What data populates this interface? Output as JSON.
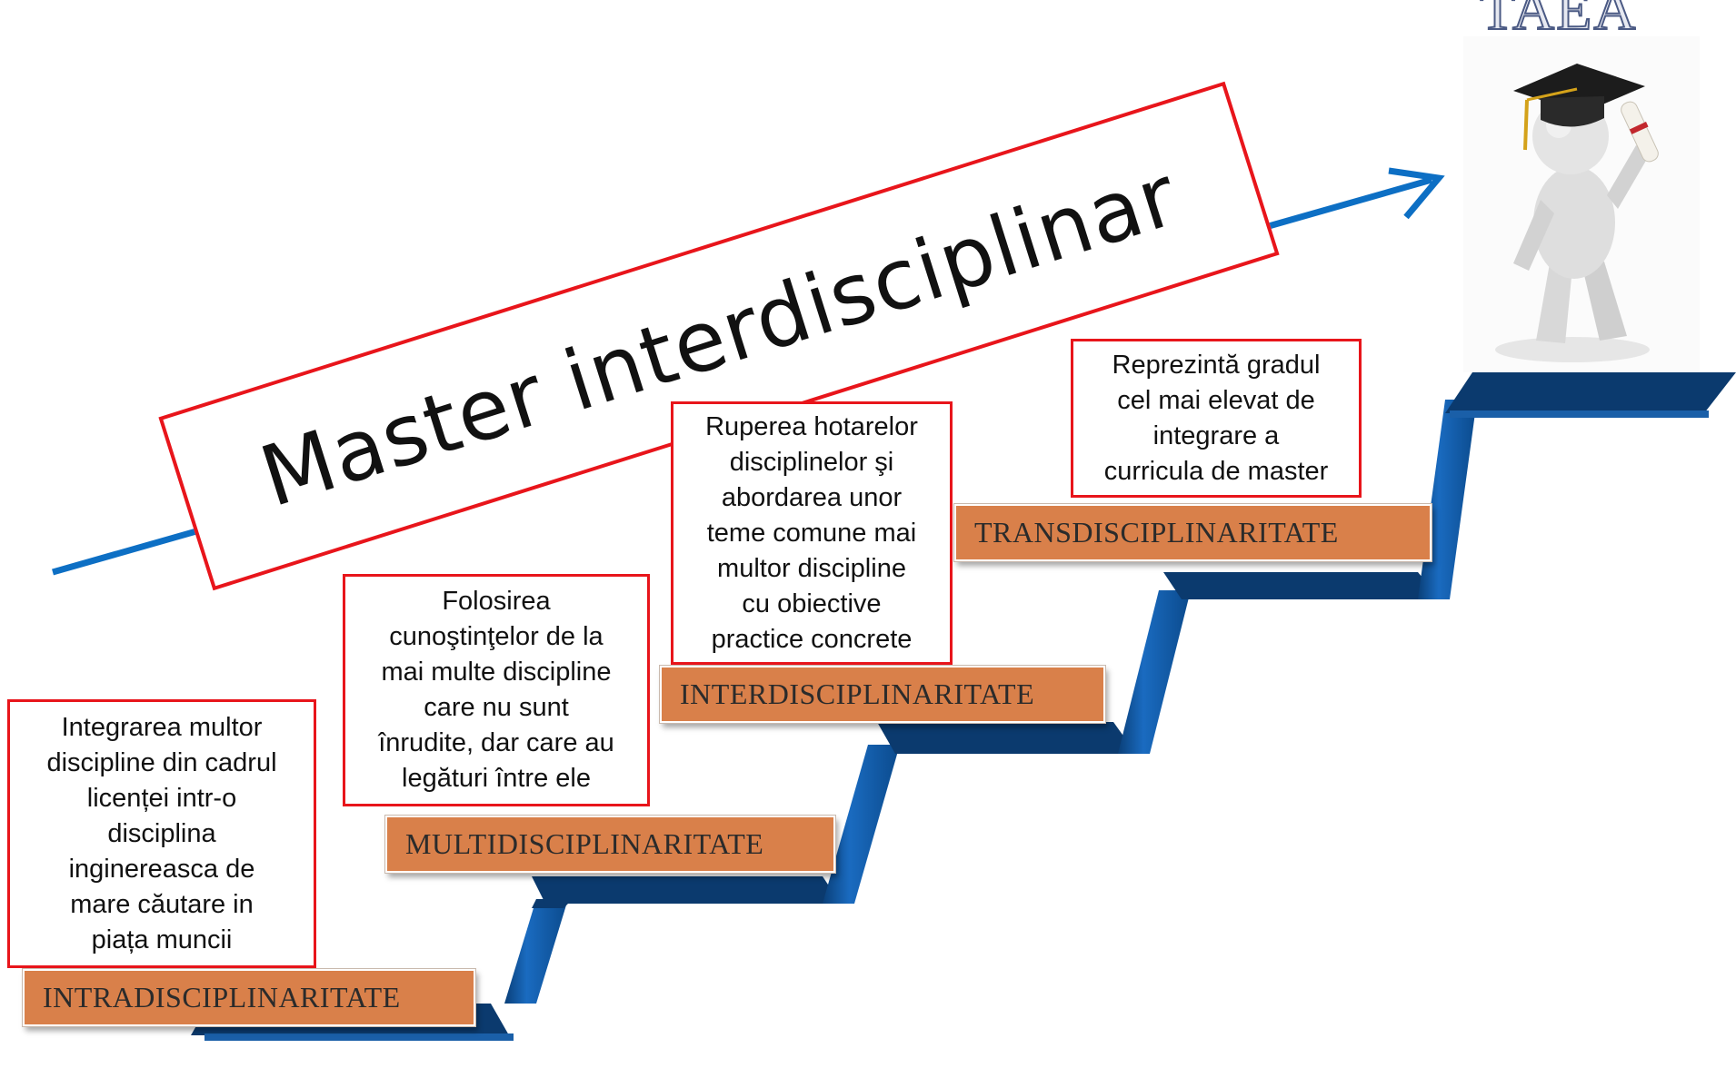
{
  "title": "Master interdisciplinar",
  "logo_text": "TAEA",
  "steps": [
    {
      "label": "INTRADISCIPLINARITATE",
      "description": [
        "Integrarea multor",
        "discipline din cadrul",
        "licenței intr-o",
        "disciplina",
        "inginereasca de",
        "mare căutare in",
        "piața muncii"
      ]
    },
    {
      "label": "MULTIDISCIPLINARITATE",
      "description": [
        "Folosirea",
        "cunoştinţelor de la",
        "mai multe discipline",
        "care nu sunt",
        "înrudite, dar care au",
        "legături între ele"
      ]
    },
    {
      "label": "INTERDISCIPLINARITATE",
      "description": [
        "Ruperea hotarelor",
        "disciplinelor şi",
        "abordarea unor",
        "teme comune mai",
        "multor discipline",
        "cu obiective",
        "practice concrete"
      ]
    },
    {
      "label": "TRANSDISCIPLINARITATE",
      "description": [
        "Reprezintă gradul",
        "cel mai elevat de",
        "integrare a",
        "curricula de master"
      ]
    }
  ],
  "colors": {
    "box_border": "#e8151b",
    "label_fill": "#d9804a",
    "stair_blue": "#0f5ca8",
    "stair_dark": "#0b3a6e",
    "arrow_blue": "#0d6fc4"
  },
  "icons": [
    "graduate-figure-icon",
    "arrow-icon",
    "staircase-icon"
  ]
}
